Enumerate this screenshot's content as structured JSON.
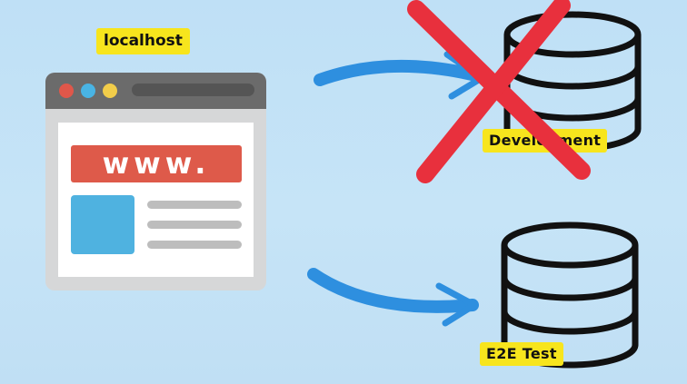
{
  "diagram": {
    "source": {
      "label": "localhost",
      "browser_url_text": "www."
    },
    "targets": [
      {
        "label": "Development",
        "status": "blocked"
      },
      {
        "label": "E2E Test",
        "status": "active"
      }
    ],
    "colors": {
      "background": "#c4e2f6",
      "label_background": "#f7e51d",
      "arrow": "#2e8fdf",
      "cross": "#e8303d",
      "browser_frame": "#d9dadb",
      "browser_toolbar": "#6a6a6a",
      "url_banner": "#de5a4a",
      "image_block": "#4fb2e0",
      "database_stroke": "#111111"
    },
    "icons": {
      "window_buttons": [
        "red-dot",
        "blue-dot",
        "yellow-dot"
      ],
      "database": "database-icon",
      "cross": "cross-icon",
      "arrow": "arrow-icon"
    }
  }
}
